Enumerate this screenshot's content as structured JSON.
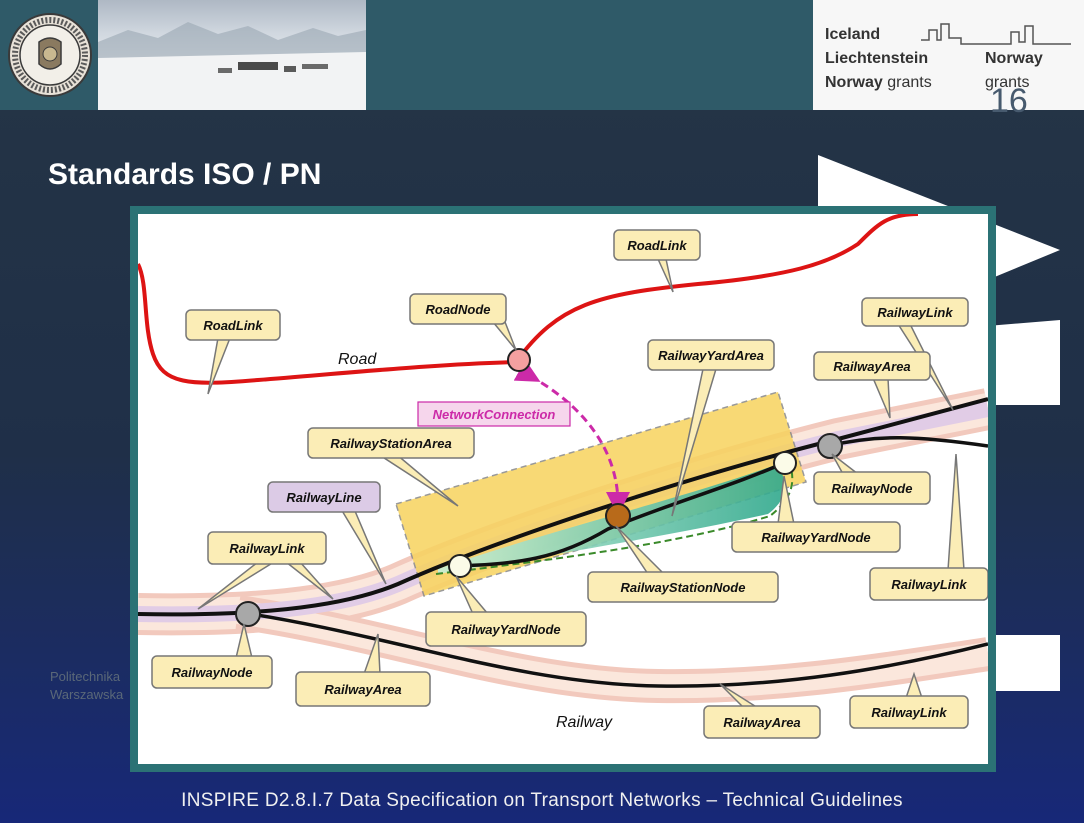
{
  "header": {
    "logo": {
      "line1": "Iceland",
      "line2_left": "Liechtenstein",
      "line2_right": "Norway",
      "line3_left_bold": "Norway",
      "line3_left_thin": "grants",
      "line3_right": "grants"
    },
    "slide_number": "16"
  },
  "title": "Standards ISO / PN",
  "university_watermark": [
    "Politechnika",
    "Warszawska"
  ],
  "diagram": {
    "area_labels": {
      "road": "Road",
      "railway": "Railway"
    },
    "callouts": [
      "RoadLink",
      "RoadLink",
      "RoadNode",
      "NetworkConnection",
      "RailwayYardArea",
      "RailwayLink",
      "RailwayArea",
      "RailwayStationArea",
      "RailwayLine",
      "RailwayLink",
      "RailwayStationNode",
      "RailwayYardNode",
      "RailwayNode",
      "RailwayYardNode",
      "RailwayLink",
      "RailwayNode",
      "RailwayArea",
      "RailwayArea",
      "RailwayLink"
    ]
  },
  "footer": "INSPIRE D2.8.I.7 Data Specification on Transport Networks – Technical Guidelines"
}
